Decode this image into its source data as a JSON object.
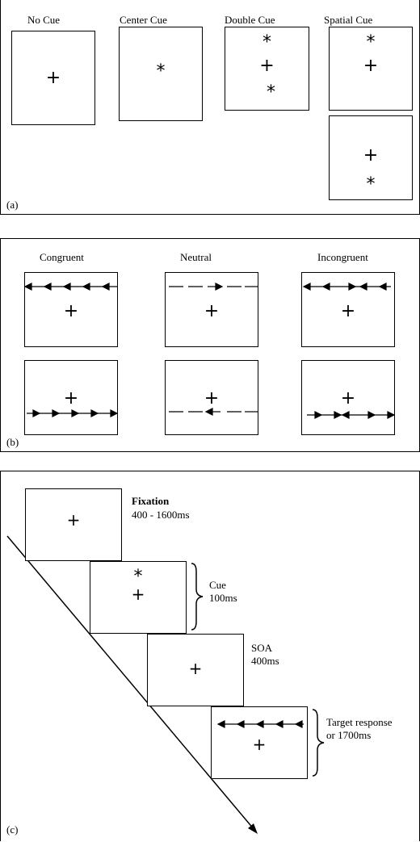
{
  "panel_a": {
    "label": "(a)",
    "cues": [
      {
        "title": "No Cue"
      },
      {
        "title": "Center Cue"
      },
      {
        "title": "Double Cue"
      },
      {
        "title": "Spatial Cue"
      }
    ],
    "fixation_symbol": "+",
    "cue_symbol": "*"
  },
  "panel_b": {
    "label": "(b)",
    "conditions": [
      {
        "title": "Congruent"
      },
      {
        "title": "Neutral"
      },
      {
        "title": "Incongruent"
      }
    ]
  },
  "panel_c": {
    "label": "(c)",
    "steps": [
      {
        "title": "Fixation",
        "duration": "400 - 1600ms"
      },
      {
        "title": "Cue",
        "duration": "100ms"
      },
      {
        "title": "SOA",
        "duration": "400ms"
      },
      {
        "title": "Target response",
        "duration": "or 1700ms"
      }
    ]
  }
}
